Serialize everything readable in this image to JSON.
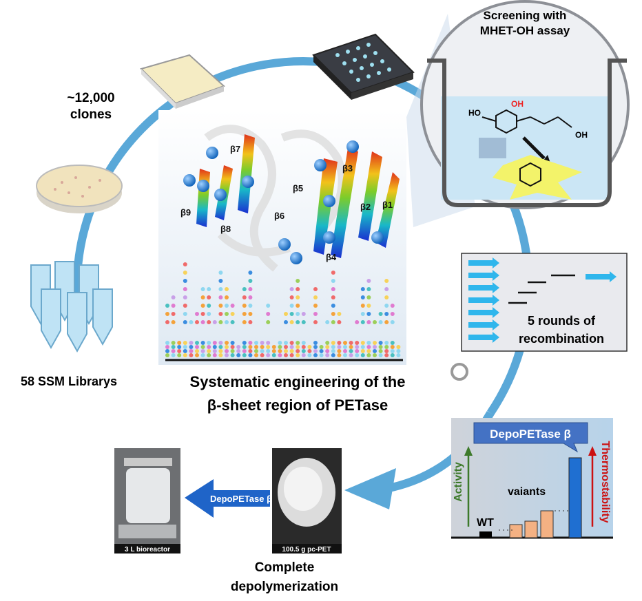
{
  "clones_label": [
    "~12,000",
    "clones"
  ],
  "libraries_label": "58 SSM Librarys",
  "screening_label": [
    "Screening with",
    "MHET-OH assay"
  ],
  "chem_labels": {
    "oh": "OH",
    "ho": "HO",
    "oh2": "OH"
  },
  "strand_labels": [
    "β1",
    "β2",
    "β3",
    "β4",
    "β5",
    "β6",
    "β7",
    "β8",
    "β9"
  ],
  "center_title": [
    "Systematic engineering of the",
    "β-sheet region of PETase"
  ],
  "recombination_label": [
    "5 rounds of",
    "recombination"
  ],
  "chart_panel": {
    "banner": "DepoPETase β",
    "y_left": "Activity",
    "y_right": "Thermostability",
    "wt_label": "WT",
    "variants_label": "vaiants",
    "colors": {
      "wt": "#000000",
      "variants": "#f4b183",
      "depo": "#1f6fd1",
      "activity": "#3d7a2a",
      "thermo": "#cc1111"
    }
  },
  "pet_photo_caption": "100.5 g pc-PET",
  "reactor_photo_caption": "3 L bioreactor",
  "arrow_label": "DepoPETase β",
  "depolymerization_label": [
    "Complete",
    "depolymerization"
  ],
  "colors": {
    "cycle": "#5aa8d8",
    "arrow": "#1f64c8"
  }
}
